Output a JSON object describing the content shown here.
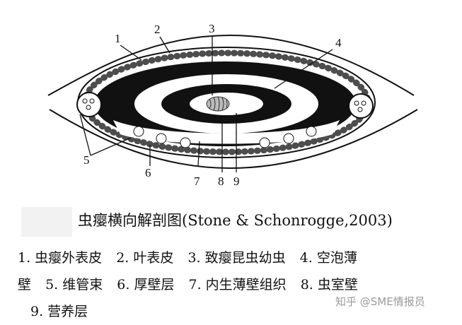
{
  "labels": [
    "1",
    "2",
    "3",
    "4",
    "5",
    "6",
    "7",
    "8",
    "9"
  ],
  "caption": "虫瘿横向解剖图(Stone & Schonrogge,2003)",
  "legend": {
    "line1": [
      "1. 虫瘿外表皮",
      "2. 叶表皮",
      "3. 致瘿昆虫幼虫",
      "4. 空泡薄"
    ],
    "line2": [
      "壁",
      "5. 维管束",
      "6. 厚壁层",
      "7. 内生薄壁组织",
      "8. 虫室壁"
    ],
    "line3": [
      "9. 营养层"
    ]
  },
  "watermark": "知乎 @SME情报员"
}
